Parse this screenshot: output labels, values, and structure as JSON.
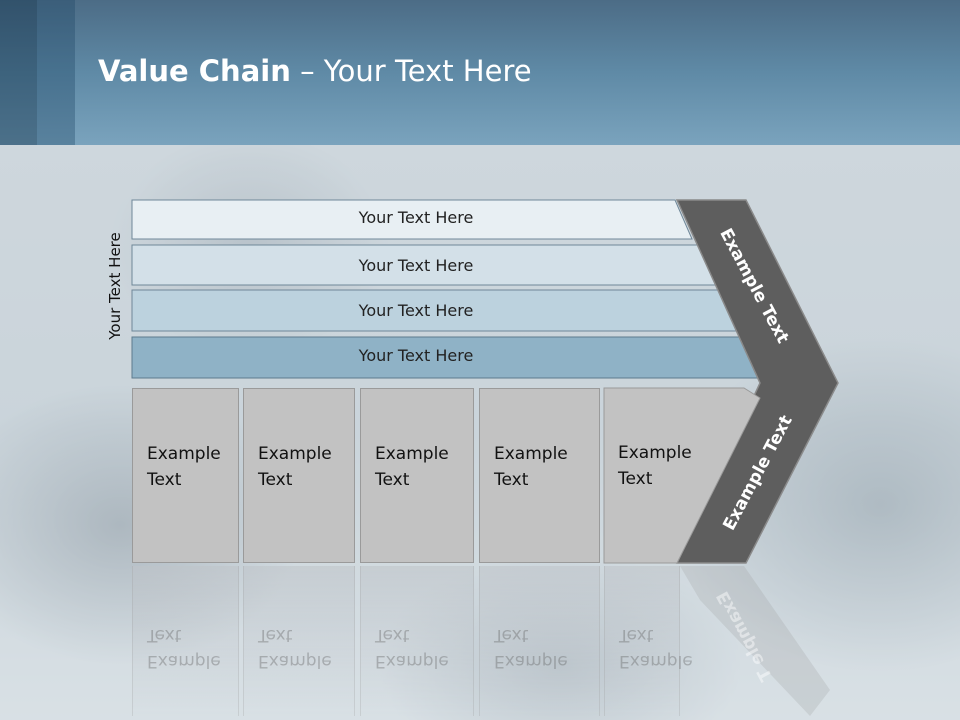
{
  "title": {
    "bold": "Value Chain",
    "rest": " – Your Text Here"
  },
  "vertical_label": "Your Text Here",
  "bars": [
    {
      "label": "Your Text Here",
      "color": "#e8eff3"
    },
    {
      "label": "Your Text Here",
      "color": "#d3e0e8"
    },
    {
      "label": "Your Text Here",
      "color": "#bcd2de"
    },
    {
      "label": "Your Text Here",
      "color": "#8fb2c6"
    }
  ],
  "boxes": [
    {
      "line1": "Example",
      "line2": "Text"
    },
    {
      "line1": "Example",
      "line2": "Text"
    },
    {
      "line1": "Example",
      "line2": "Text"
    },
    {
      "line1": "Example",
      "line2": "Text"
    },
    {
      "line1": "Example",
      "line2": "Text"
    }
  ],
  "chevron": {
    "upper_label": "Example Text",
    "lower_label": "Example Text",
    "color": "#5e5e5e"
  },
  "reflection": {
    "chevron_label": "Example T"
  }
}
